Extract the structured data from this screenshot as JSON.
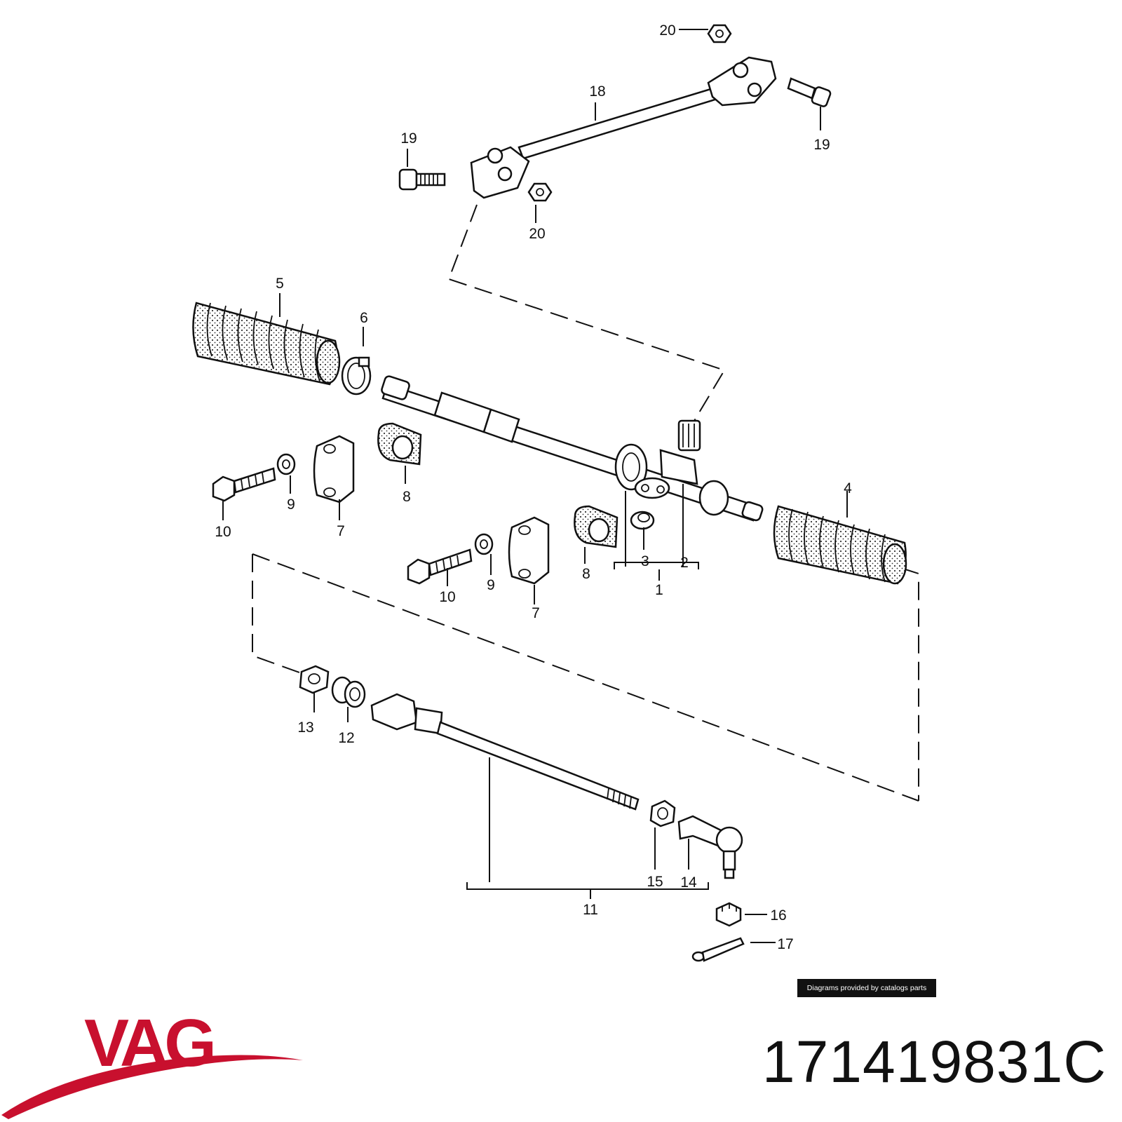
{
  "callouts": {
    "c1": "1",
    "c2": "2",
    "c3": "3",
    "c4": "4",
    "c5": "5",
    "c6": "6",
    "c7a": "7",
    "c7b": "7",
    "c8a": "8",
    "c8b": "8",
    "c9a": "9",
    "c9b": "9",
    "c10a": "10",
    "c10b": "10",
    "c11": "11",
    "c12": "12",
    "c13": "13",
    "c14": "14",
    "c15": "15",
    "c16": "16",
    "c17": "17",
    "c18": "18",
    "c19a": "19",
    "c19b": "19",
    "c20a": "20",
    "c20b": "20"
  },
  "banner": "Diagrams provided by catalogs parts",
  "brand": {
    "name": "VAG",
    "color": "#c8102e"
  },
  "part_number": "171419831C"
}
